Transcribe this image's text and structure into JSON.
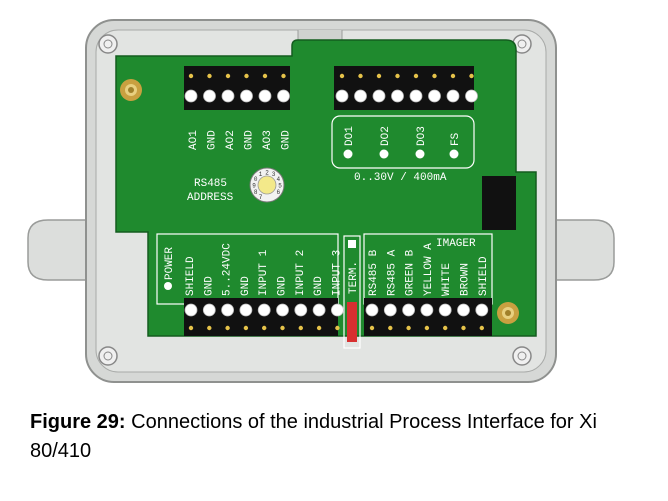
{
  "figure": {
    "top_left_labels": [
      "AO1",
      "GND",
      "AO2",
      "GND",
      "AO3",
      "GND"
    ],
    "top_right_labels": [
      "DO1",
      "DO2",
      "DO3",
      "FS"
    ],
    "output_rating": "0..30V / 400mA",
    "rs485_address_label": [
      "RS485",
      "ADDRESS"
    ],
    "rotary_switch_digits": "7890123456",
    "power_group_title": "POWER",
    "power_labels": [
      "SHIELD",
      "GND",
      "5..24VDC",
      "GND",
      "INPUT 1",
      "GND",
      "INPUT 2",
      "GND",
      "INPUT 3"
    ],
    "term_label": "TERM.",
    "imager_group_title": "IMAGER",
    "imager_labels": [
      "RS485 B",
      "RS485 A",
      "GREEN B",
      "YELLOW A",
      "WHITE",
      "BROWN",
      "SHIELD"
    ],
    "colors": {
      "pcb_green": "#1f8a2e",
      "housing_gray": "#d6d8d6",
      "terminal_black": "#111111",
      "pin_yellow": "#e6c34a",
      "term_red": "#d83030"
    }
  },
  "caption": {
    "label": "Figure 29:",
    "text": " Connections of the industrial Process Interface for Xi 80/410"
  }
}
